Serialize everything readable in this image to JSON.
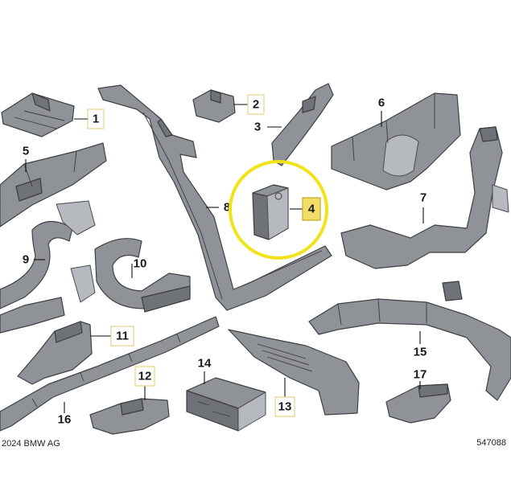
{
  "diagram": {
    "callouts": [
      {
        "number": "1",
        "highlighted": false
      },
      {
        "number": "2",
        "highlighted": false
      },
      {
        "number": "3",
        "highlighted": false
      },
      {
        "number": "4",
        "highlighted": true
      },
      {
        "number": "5",
        "highlighted": false
      },
      {
        "number": "6",
        "highlighted": false
      },
      {
        "number": "7",
        "highlighted": false
      },
      {
        "number": "8",
        "highlighted": false
      },
      {
        "number": "9",
        "highlighted": false
      },
      {
        "number": "10",
        "highlighted": false
      },
      {
        "number": "11",
        "highlighted": false
      },
      {
        "number": "12",
        "highlighted": false
      },
      {
        "number": "13",
        "highlighted": false
      },
      {
        "number": "14",
        "highlighted": false
      },
      {
        "number": "15",
        "highlighted": false
      },
      {
        "number": "16",
        "highlighted": false
      },
      {
        "number": "17",
        "highlighted": false
      }
    ],
    "highlight_color": "#f2e21a",
    "part_color": "#8f9296"
  },
  "footer": {
    "copyright": "2024 BMW AG",
    "diagram_number": "547088"
  }
}
